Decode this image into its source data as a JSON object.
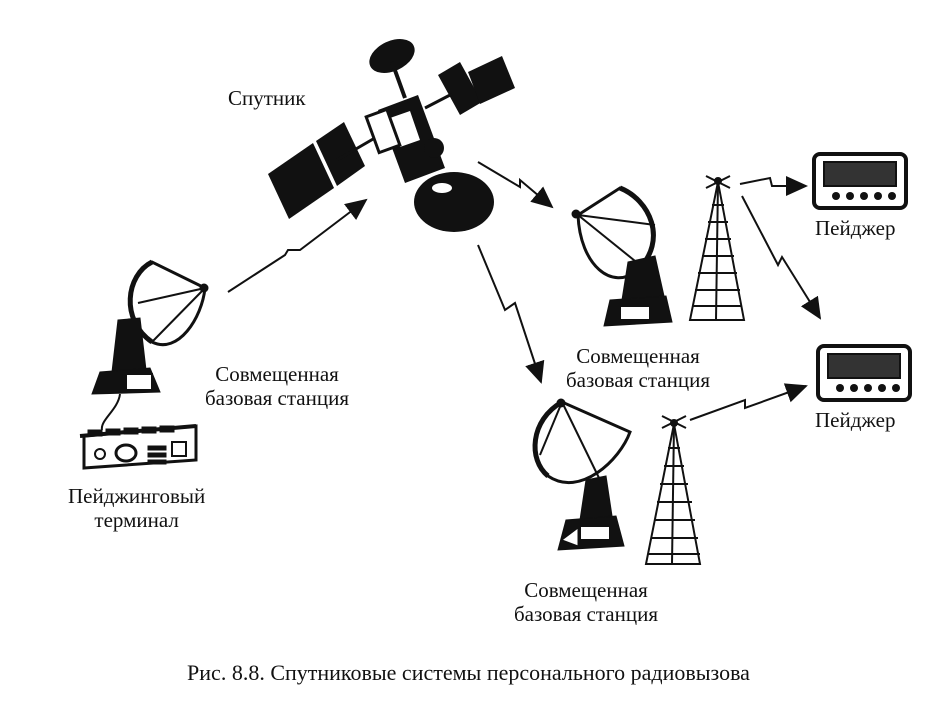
{
  "labels": {
    "satellite": "Спутник",
    "station_left": [
      "Совмещенная",
      "базовая станция"
    ],
    "station_right": [
      "Совмещенная",
      "базовая станция"
    ],
    "station_bottom": [
      "Совмещенная",
      "базовая станция"
    ],
    "pager_top": "Пейджер",
    "pager_bottom": "Пейджер",
    "terminal": [
      "Пейджинговый",
      "терминал"
    ]
  },
  "caption": "Рис. 8.8. Спутниковые системы персонального радиовызова",
  "colors": {
    "ink": "#111111",
    "paper": "#ffffff"
  }
}
